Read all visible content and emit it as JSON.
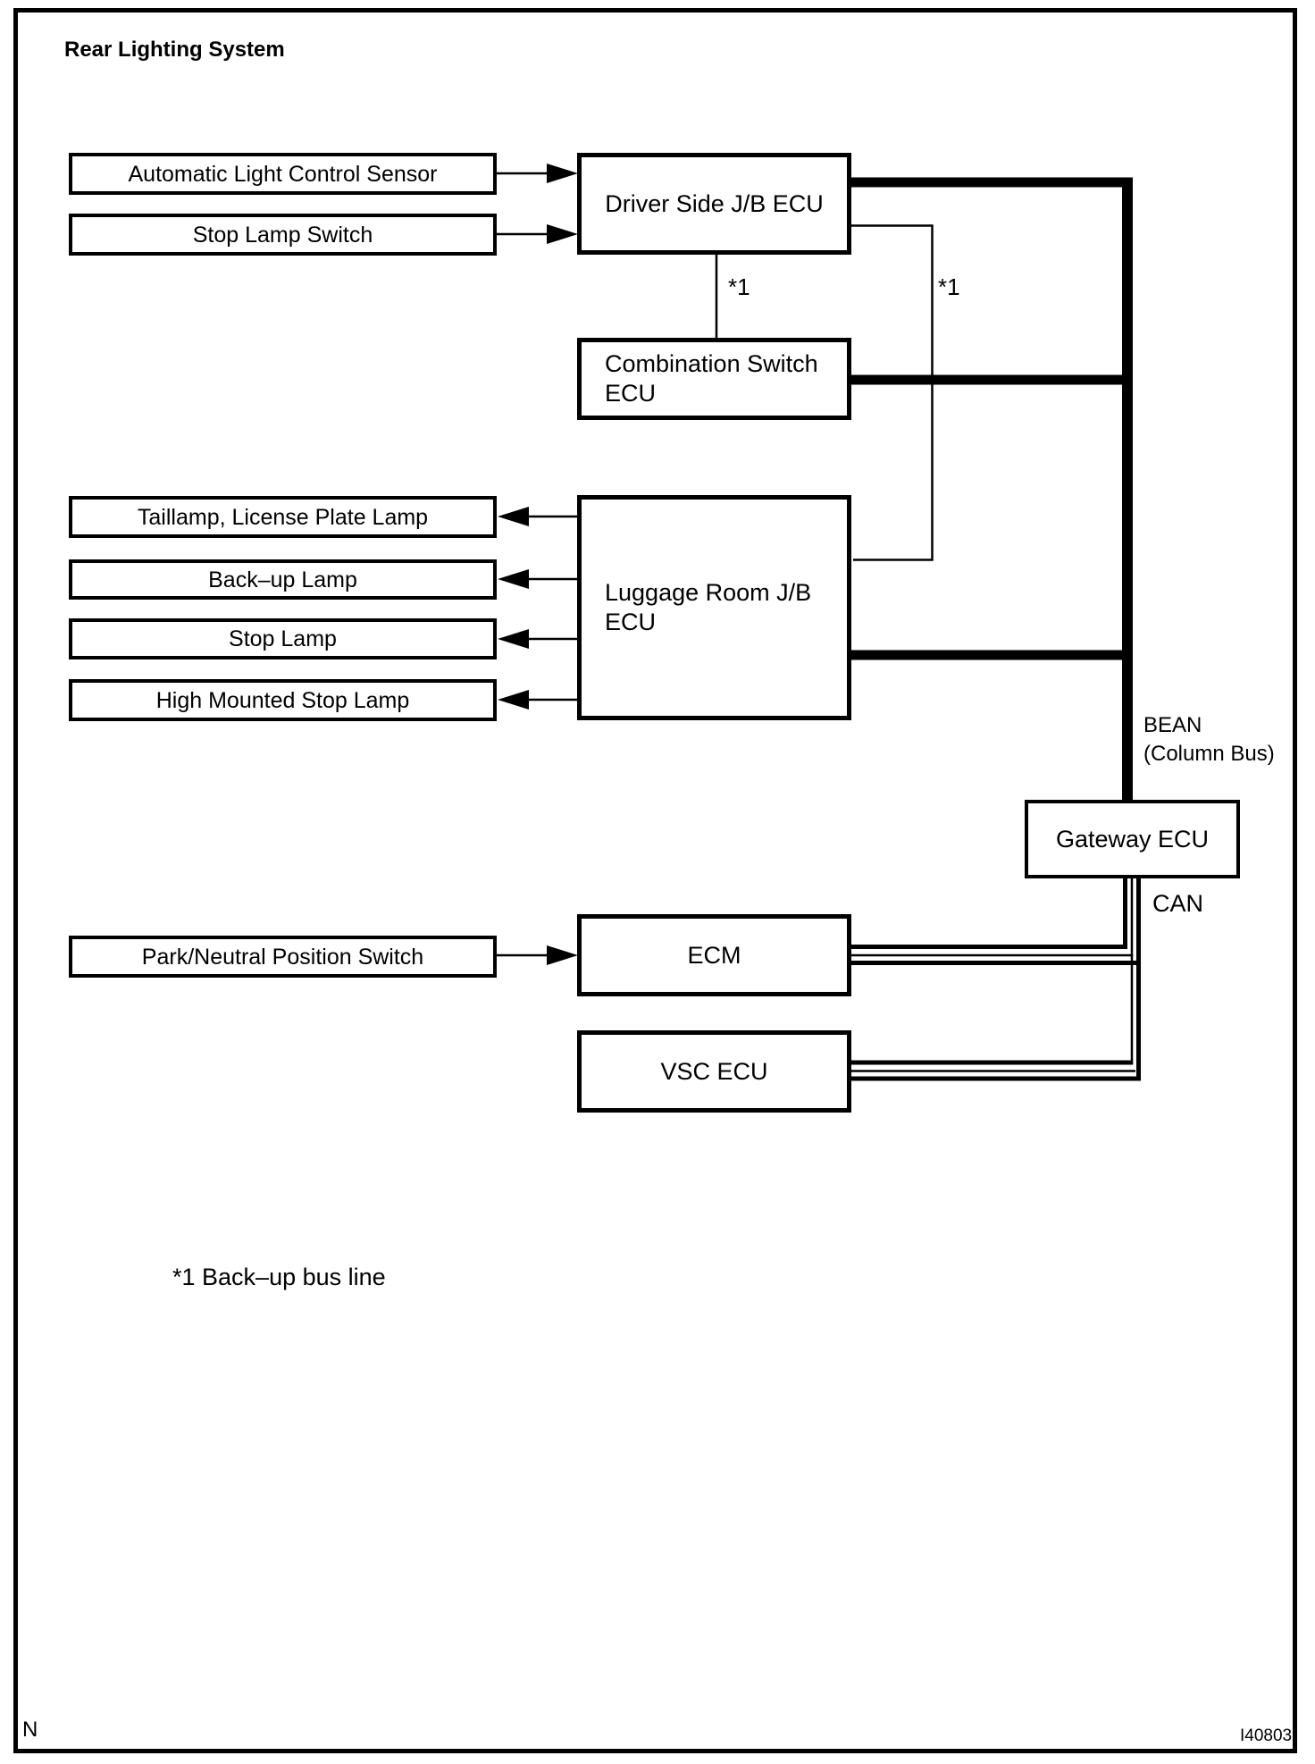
{
  "title": "Rear Lighting System",
  "boxes": {
    "auto_light_sensor": "Automatic Light Control Sensor",
    "stop_lamp_switch": "Stop Lamp Switch",
    "driver_jb_ecu": "Driver Side J/B ECU",
    "combination_switch_line1": "Combination Switch",
    "combination_switch_line2": "ECU",
    "taillamp": "Taillamp, License Plate Lamp",
    "backup_lamp": "Back–up Lamp",
    "stop_lamp": "Stop Lamp",
    "high_mounted_stop_lamp": "High Mounted Stop Lamp",
    "luggage_jb_line1": "Luggage Room J/B",
    "luggage_jb_line2": "ECU",
    "gateway_ecu": "Gateway ECU",
    "park_neutral_switch": "Park/Neutral Position Switch",
    "ecm": "ECM",
    "vsc_ecu": "VSC ECU"
  },
  "labels": {
    "bean_line1": "BEAN",
    "bean_line2": "(Column Bus)",
    "can": "CAN",
    "ref_mark_center": "*1",
    "ref_mark_right": "*1",
    "footnote": "*1 Back–up bus line",
    "page_corner_mark": "N",
    "figure_id": "I40803"
  },
  "colors": {
    "line": "#000000",
    "background": "#ffffff"
  }
}
